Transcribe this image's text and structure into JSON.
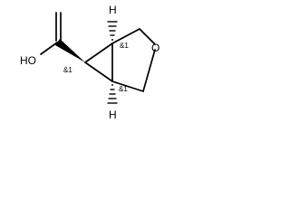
{
  "molecule": {
    "atoms": {
      "hydroxyl": "HO",
      "ring_oxygen": "O",
      "hydrogen_top": "H",
      "hydrogen_bottom": "H"
    },
    "stereo_labels": {
      "c1": "&1",
      "c5": "&1",
      "c6": "&1"
    }
  },
  "colors": {
    "bond": "#000000",
    "background": "#ffffff"
  }
}
